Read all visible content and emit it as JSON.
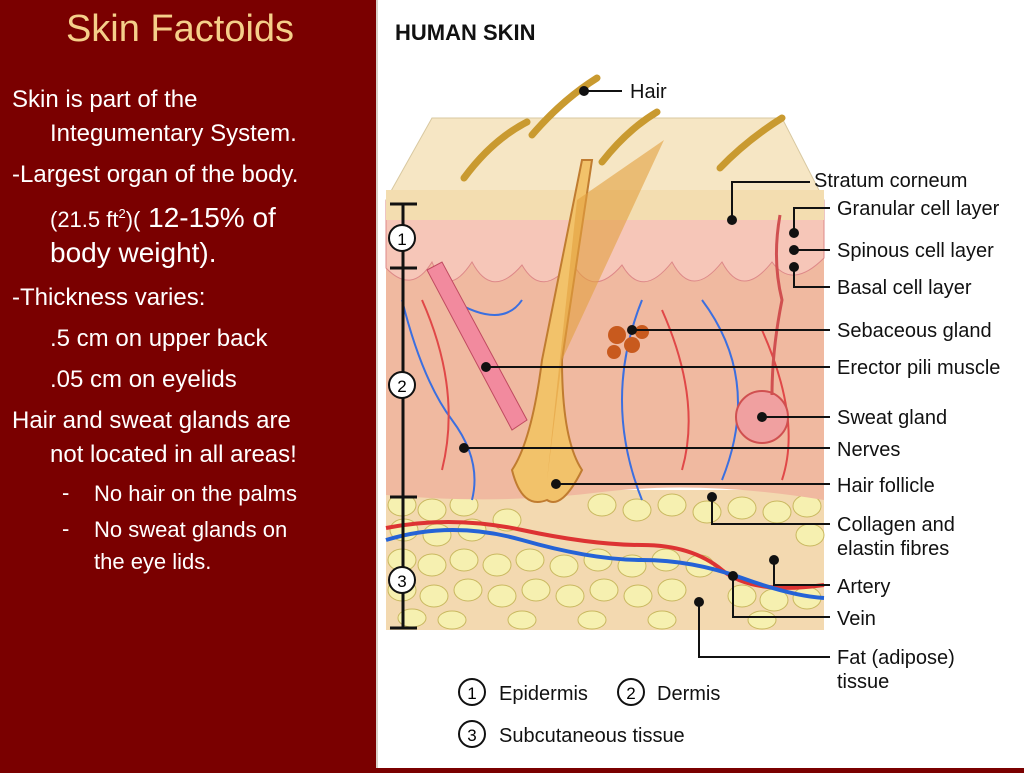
{
  "slide": {
    "title": "Skin Factoids",
    "bullets": {
      "b1_line1": "Skin is part of the",
      "b1_line2": "Integumentary System.",
      "b2_line1": "-Largest organ of the body.",
      "b2_area": "(21.5 ft",
      "b2_sup": "2",
      "b2_paren": ")(",
      "b2_big1": " 12-15% of",
      "b2_big2": "body weight).",
      "b3": "-Thickness varies:",
      "b3_a": ".5 cm on upper back",
      "b3_b": ".05 cm on eyelids",
      "b4_line1": "Hair and sweat glands are",
      "b4_line2": "not located in all areas!",
      "sub_dash": "-",
      "sub1": "No hair on the palms",
      "sub2_line1": "No sweat glands on",
      "sub2_line2": "the eye lids."
    }
  },
  "diagram": {
    "title": "HUMAN SKIN",
    "labels": {
      "hair": "Hair",
      "stratum_corneum": "Stratum corneum",
      "granular": "Granular cell layer",
      "spinous": "Spinous cell layer",
      "basal": "Basal cell layer",
      "sebaceous": "Sebaceous gland",
      "erector": "Erector pili muscle",
      "sweat": "Sweat gland",
      "nerves": "Nerves",
      "follicle": "Hair follicle",
      "collagen1": "Collagen and",
      "collagen2": "elastin fibres",
      "artery": "Artery",
      "vein": "Vein",
      "fat1": "Fat (adipose)",
      "fat2": "tissue"
    },
    "layers": {
      "n1": "1",
      "n2": "2",
      "n3": "3",
      "epidermis": "Epidermis",
      "dermis": "Dermis",
      "subcutaneous": "Subcutaneous tissue"
    }
  }
}
